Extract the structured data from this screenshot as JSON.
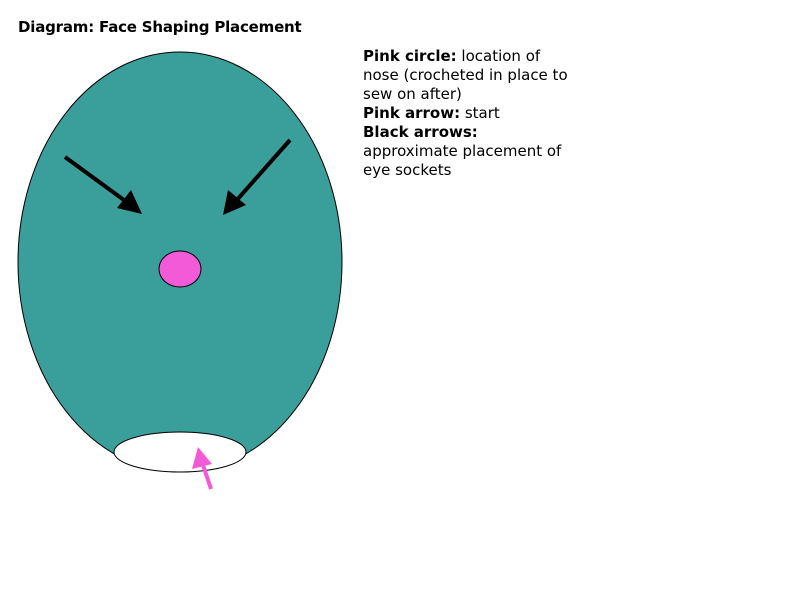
{
  "title": "Diagram: Face Shaping Placement",
  "colors": {
    "face": "#3a9e9a",
    "outline": "#000000",
    "nose": "#f25ad8",
    "start_arrow": "#f25ad8",
    "eye_arrows": "#000000",
    "opening": "#ffffff"
  },
  "legend": [
    {
      "term": "Pink circle:",
      "desc": " location of nose (crocheted in place to sew on after)"
    },
    {
      "term": "Pink arrow:",
      "desc": " start"
    },
    {
      "term": "Black arrows:",
      "desc": " approximate placement of eye sockets"
    }
  ]
}
